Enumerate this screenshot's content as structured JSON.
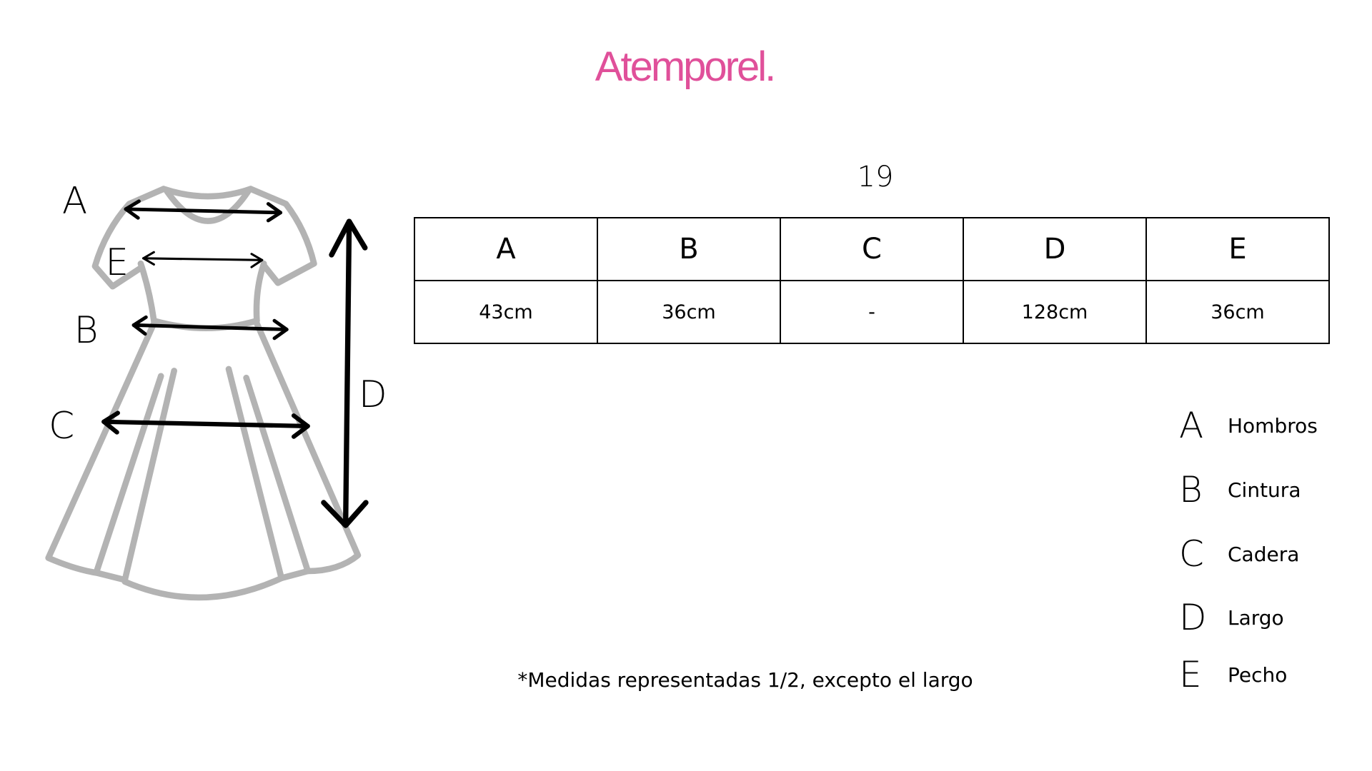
{
  "brand": {
    "logo_text": "Atemporel.",
    "color": "#e0509a"
  },
  "size_label": "19",
  "table": {
    "headers": [
      "A",
      "B",
      "C",
      "D",
      "E"
    ],
    "values": [
      "43cm",
      "36cm",
      "-",
      "128cm",
      "36cm"
    ]
  },
  "diagram_labels": {
    "a": "A",
    "e": "E",
    "b": "B",
    "c": "C",
    "d": "D"
  },
  "legend": [
    {
      "key": "A",
      "label": "Hombros"
    },
    {
      "key": "B",
      "label": "Cintura"
    },
    {
      "key": "C",
      "label": "Cadera"
    },
    {
      "key": "D",
      "label": "Largo"
    },
    {
      "key": "E",
      "label": "Pecho"
    }
  ],
  "footnote": "*Medidas representadas 1/2, excepto el largo"
}
